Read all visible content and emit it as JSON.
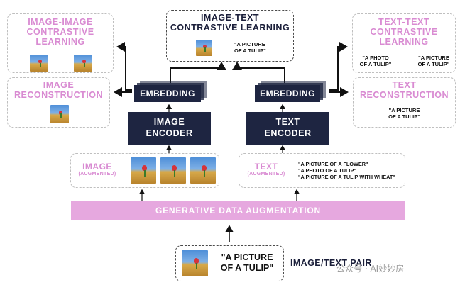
{
  "center_top": {
    "title_line1": "IMAGE-TEXT",
    "title_line2": "CONTRASTIVE LEARNING",
    "quote_line1": "\"A PICTURE",
    "quote_line2": "OF A TULIP\""
  },
  "left_top": {
    "title_line1": "IMAGE-IMAGE",
    "title_line2": "CONTRASTIVE",
    "title_line3": "LEARNING"
  },
  "left_mid": {
    "title_line1": "IMAGE",
    "title_line2": "RECONSTRUCTION"
  },
  "right_top": {
    "title_line1": "TEXT-TEXT",
    "title_line2": "CONTRASTIVE",
    "title_line3": "LEARNING",
    "left_quote_line1": "\"A PHOTO",
    "left_quote_line2": "OF A TULIP\"",
    "right_quote_line1": "\"A PICTURE",
    "right_quote_line2": "OF A TULIP\""
  },
  "right_mid": {
    "title_line1": "TEXT",
    "title_line2": "RECONSTRUCTION",
    "quote_line1": "\"A PICTURE",
    "quote_line2": "OF A TULIP\""
  },
  "embedding_left": "EMBEDDING",
  "embedding_right": "EMBEDDING",
  "image_encoder": {
    "line1": "IMAGE",
    "line2": "ENCODER"
  },
  "text_encoder": {
    "line1": "TEXT",
    "line2": "ENCODER"
  },
  "image_aug": {
    "label": "IMAGE",
    "sublabel": "(AUGMENTED)"
  },
  "text_aug": {
    "label": "TEXT",
    "sublabel": "(AUGMENTED)",
    "lines": [
      "\"A PICTURE OF A FLOWER\"",
      "\"A PHOTO OF A TULIP\"",
      "\"A PICTURE OF A TULIP WITH WHEAT\""
    ]
  },
  "augmentation_bar": "GENERATIVE DATA AUGMENTATION",
  "pair": {
    "quote_line1": "\"A PICTURE",
    "quote_line2": "OF A TULIP\"",
    "label": "IMAGE/TEXT PAIR"
  },
  "watermark": "公众号 · AI妙妙房",
  "colors": {
    "navy": "#1e2541",
    "pink": "#d98bd2",
    "bar_pink": "#e6a8df"
  }
}
